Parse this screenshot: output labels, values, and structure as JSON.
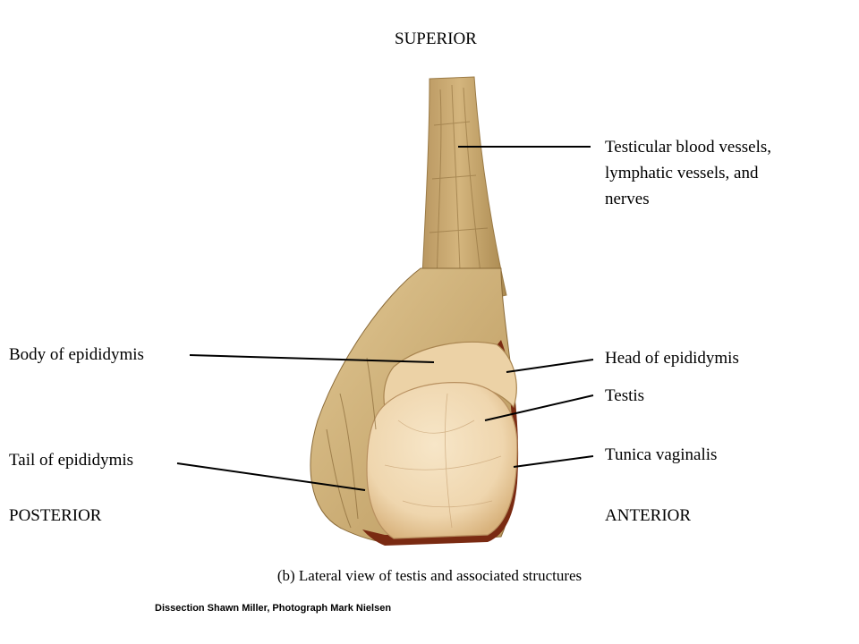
{
  "orientation": {
    "superior": "SUPERIOR",
    "posterior": "POSTERIOR",
    "anterior": "ANTERIOR"
  },
  "labels": {
    "vessels": [
      "Testicular blood vessels,",
      "lymphatic vessels, and",
      "nerves"
    ],
    "head": "Head of epididymis",
    "testis": "Testis",
    "tunica": "Tunica vaginalis",
    "body": "Body of epididymis",
    "tail": "Tail of epididymis"
  },
  "caption": "(b) Lateral view of testis and associated structures",
  "credit": "Dissection Shawn Miller, Photograph Mark Nielsen",
  "colors": {
    "cord": "#c9ab74",
    "tissue": "#d9bf8c",
    "testis": "#f1dab5",
    "epididymis": "#ecd2a6",
    "edge": "#7a2a12",
    "leader": "#000000"
  }
}
